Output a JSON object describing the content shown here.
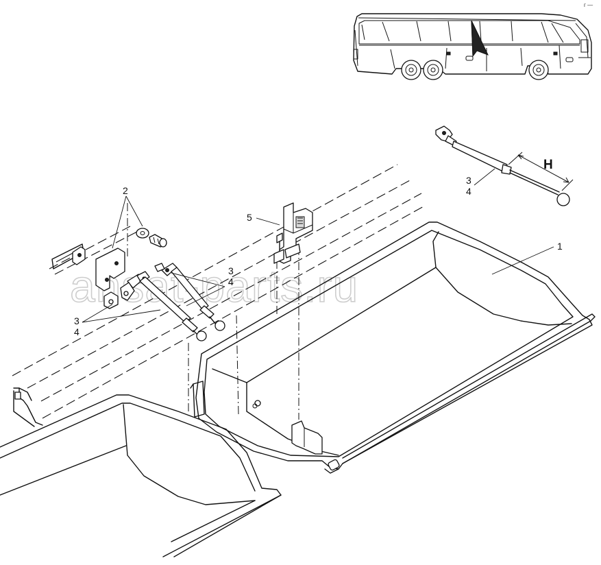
{
  "callouts": {
    "part_1": "1",
    "part_2": "2",
    "part_3_a": "3",
    "part_4_a": "4",
    "part_3_b": "3",
    "part_4_b": "4",
    "part_3_c": "3",
    "part_4_c": "4",
    "part_5": "5"
  },
  "dimension_label": "H",
  "watermark": "ahsat-parts.ru",
  "corner_mark": "г —"
}
